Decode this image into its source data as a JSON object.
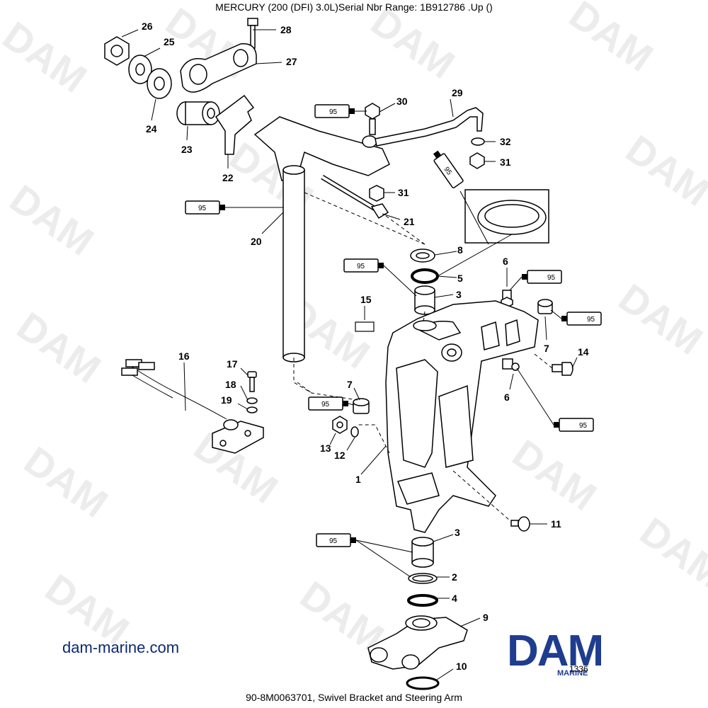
{
  "header": {
    "title": "MERCURY (200 (DFI) 3.0L)Serial Nbr Range: 1B912786 .Up ()"
  },
  "footer": {
    "caption": "90-8M0063701, Swivel Bracket and Steering Arm"
  },
  "branding": {
    "website": "dam-marine.com",
    "logo": "DAM",
    "logo_sub": "MARINE",
    "watermark": "DAM",
    "brand_color": "#1f3d8f"
  },
  "figure_number": "1336",
  "sealant_tube_label": "95",
  "callouts": {
    "c26": "26",
    "c25": "25",
    "c28": "28",
    "c27": "27",
    "c24": "24",
    "c23": "23",
    "c22": "22",
    "c30": "30",
    "c29": "29",
    "c32": "32",
    "c31a": "31",
    "c31b": "31",
    "c21": "21",
    "c20": "20",
    "c8": "8",
    "c5": "5",
    "c3a": "3",
    "c6a": "6",
    "c15": "15",
    "c7a": "7",
    "c14": "14",
    "c6b": "6",
    "c16": "16",
    "c17": "17",
    "c18": "18",
    "c19": "19",
    "c7b": "7",
    "c13": "13",
    "c12": "12",
    "c1": "1",
    "c11": "11",
    "c3b": "3",
    "c2": "2",
    "c4": "4",
    "c9": "9",
    "c10": "10"
  }
}
